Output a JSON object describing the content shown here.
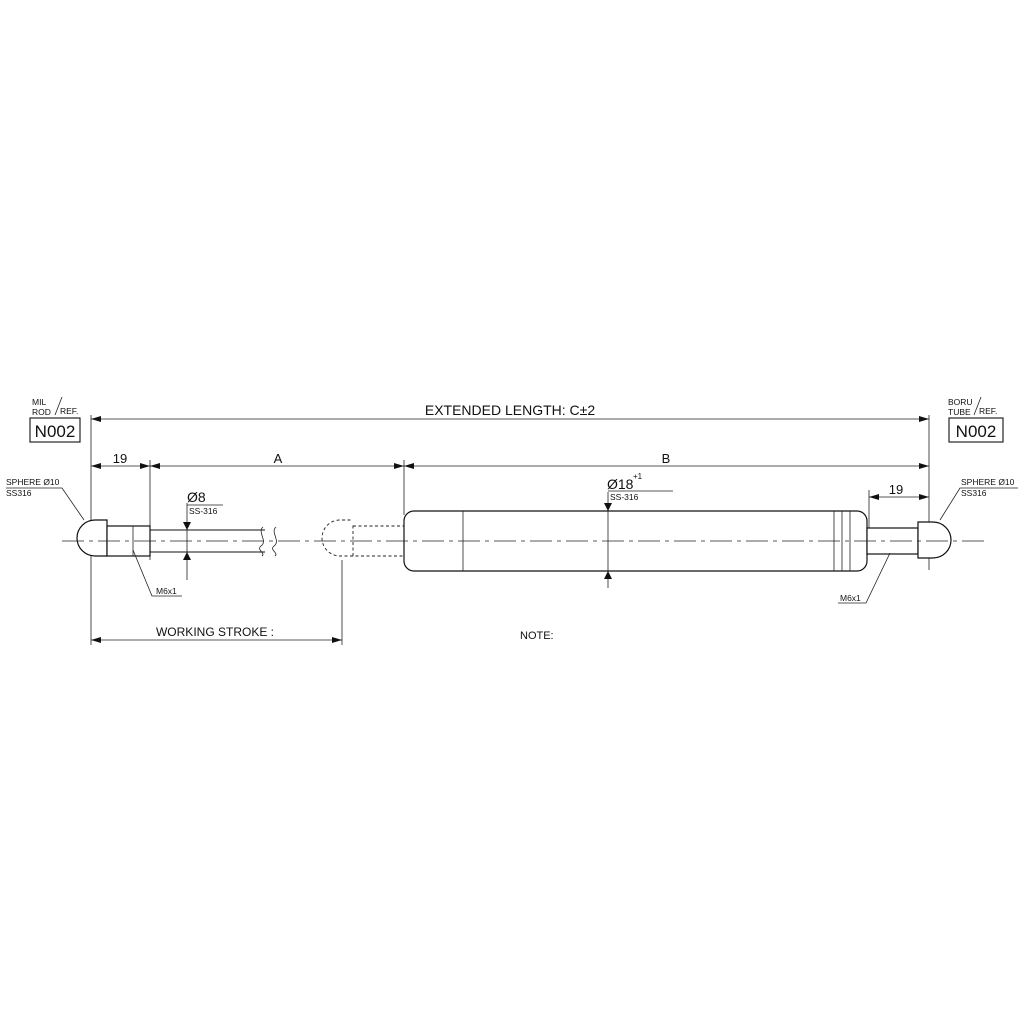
{
  "labels": {
    "extended_length": "EXTENDED LENGTH: C±2",
    "dim_a": "A",
    "dim_b": "B",
    "dim_19_left": "19",
    "dim_19_right": "19",
    "rod_dia": "Ø8",
    "rod_material": "SS-316",
    "tube_dia": "Ø18",
    "tube_tol": "+1",
    "tube_material": "SS-316",
    "sphere_left": "SPHERE Ø10",
    "sphere_left_material": "SS316",
    "sphere_right": "SPHERE Ø10",
    "sphere_right_material": "SS316",
    "thread_left": "M6x1",
    "thread_right": "M6x1",
    "working_stroke": "WORKING STROKE :",
    "note": "NOTE:"
  },
  "ref_left": {
    "line1": "MIL",
    "line2": "ROD",
    "ref": "REF.",
    "code": "N002"
  },
  "ref_right": {
    "line1": "BORU",
    "line2": "TUBE",
    "ref": "REF.",
    "code": "N002"
  }
}
